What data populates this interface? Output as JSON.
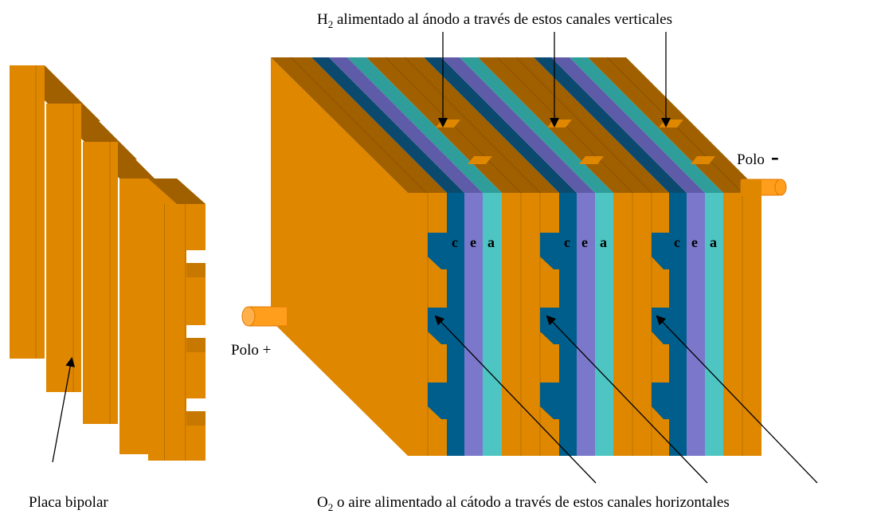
{
  "labels": {
    "h2_prefix": "H",
    "h2_sub": "2",
    "h2_rest": " alimentado al ánodo a través de estos canales verticales",
    "o2_prefix": "O",
    "o2_sub": "2",
    "o2_rest": " o aire alimentado al cátodo a través de estos canales horizontales",
    "plate": "Placa bipolar",
    "pole_pos_text": "Polo +",
    "pole_neg_text": "Polo",
    "pole_neg_sym": "-"
  },
  "cells": [
    {
      "c": "c",
      "e": "e",
      "a": "a"
    },
    {
      "c": "c",
      "e": "e",
      "a": "a"
    },
    {
      "c": "c",
      "e": "e",
      "a": "a"
    }
  ],
  "colors": {
    "plate_front": "#e08700",
    "plate_top": "#a06000",
    "plate_side": "#b87000",
    "cathode": "#005e8c",
    "cathode_top": "#0b4a6e",
    "electrolyte": "#7b78cc",
    "electrolyte_top": "#5e5ca8",
    "anode": "#4ec5c2",
    "anode_top": "#2f9d9a",
    "rod": "#ff9d1c",
    "rod_edge": "#e07800"
  }
}
